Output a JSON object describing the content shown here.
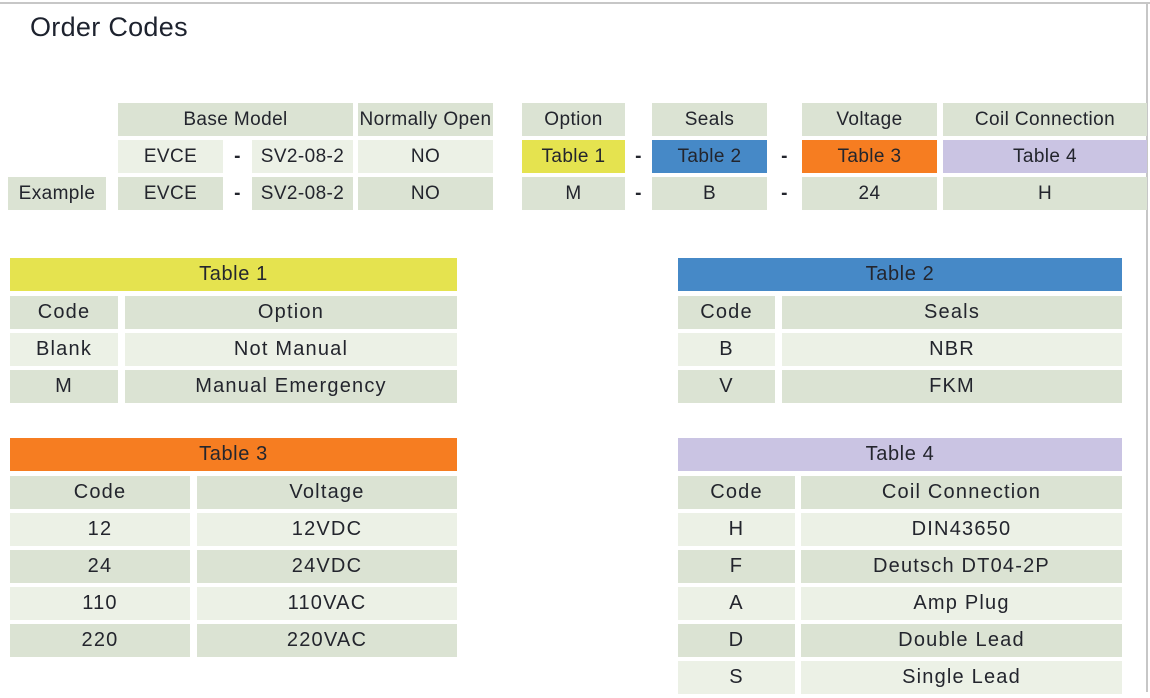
{
  "page": {
    "title": "Order Codes"
  },
  "colors": {
    "cell_dark": "#dbe3d3",
    "cell_light": "#ecf1e6",
    "table1_yellow": "#e5e34f",
    "table2_blue": "#4689c7",
    "table3_orange": "#f67d21",
    "table4_lavender": "#cac4e3",
    "text": "#23252d"
  },
  "order_table": {
    "separator": "-",
    "headers": [
      "Base Model",
      "Normally Open",
      "Option",
      "Seals",
      "Voltage",
      "Coil Connection"
    ],
    "model_row": {
      "base_prefix": "EVCE",
      "base_suffix": "SV2-08-2",
      "normally_open": "NO",
      "option_ref": "Table 1",
      "seals_ref": "Table 2",
      "voltage_ref": "Table 3",
      "coil_ref": "Table 4"
    },
    "example_row": {
      "label": "Example",
      "base_prefix": "EVCE",
      "base_suffix": "SV2-08-2",
      "normally_open": "NO",
      "option": "M",
      "seals": "B",
      "voltage": "24",
      "coil": "H"
    }
  },
  "tables": [
    {
      "title": "Table 1",
      "color": "#e5e34f",
      "columns": [
        "Code",
        "Option"
      ],
      "rows": [
        [
          "Blank",
          "Not Manual"
        ],
        [
          "M",
          "Manual Emergency"
        ]
      ]
    },
    {
      "title": "Table 2",
      "color": "#4689c7",
      "columns": [
        "Code",
        "Seals"
      ],
      "rows": [
        [
          "B",
          "NBR"
        ],
        [
          "V",
          "FKM"
        ]
      ]
    },
    {
      "title": "Table 3",
      "color": "#f67d21",
      "columns": [
        "Code",
        "Voltage"
      ],
      "rows": [
        [
          "12",
          "12VDC"
        ],
        [
          "24",
          "24VDC"
        ],
        [
          "110",
          "110VAC"
        ],
        [
          "220",
          "220VAC"
        ]
      ]
    },
    {
      "title": "Table 4",
      "color": "#cac4e3",
      "columns": [
        "Code",
        "Coil Connection"
      ],
      "rows": [
        [
          "H",
          "DIN43650"
        ],
        [
          "F",
          "Deutsch DT04-2P"
        ],
        [
          "A",
          "Amp Plug"
        ],
        [
          "D",
          "Double Lead"
        ],
        [
          "S",
          "Single Lead"
        ]
      ]
    }
  ]
}
